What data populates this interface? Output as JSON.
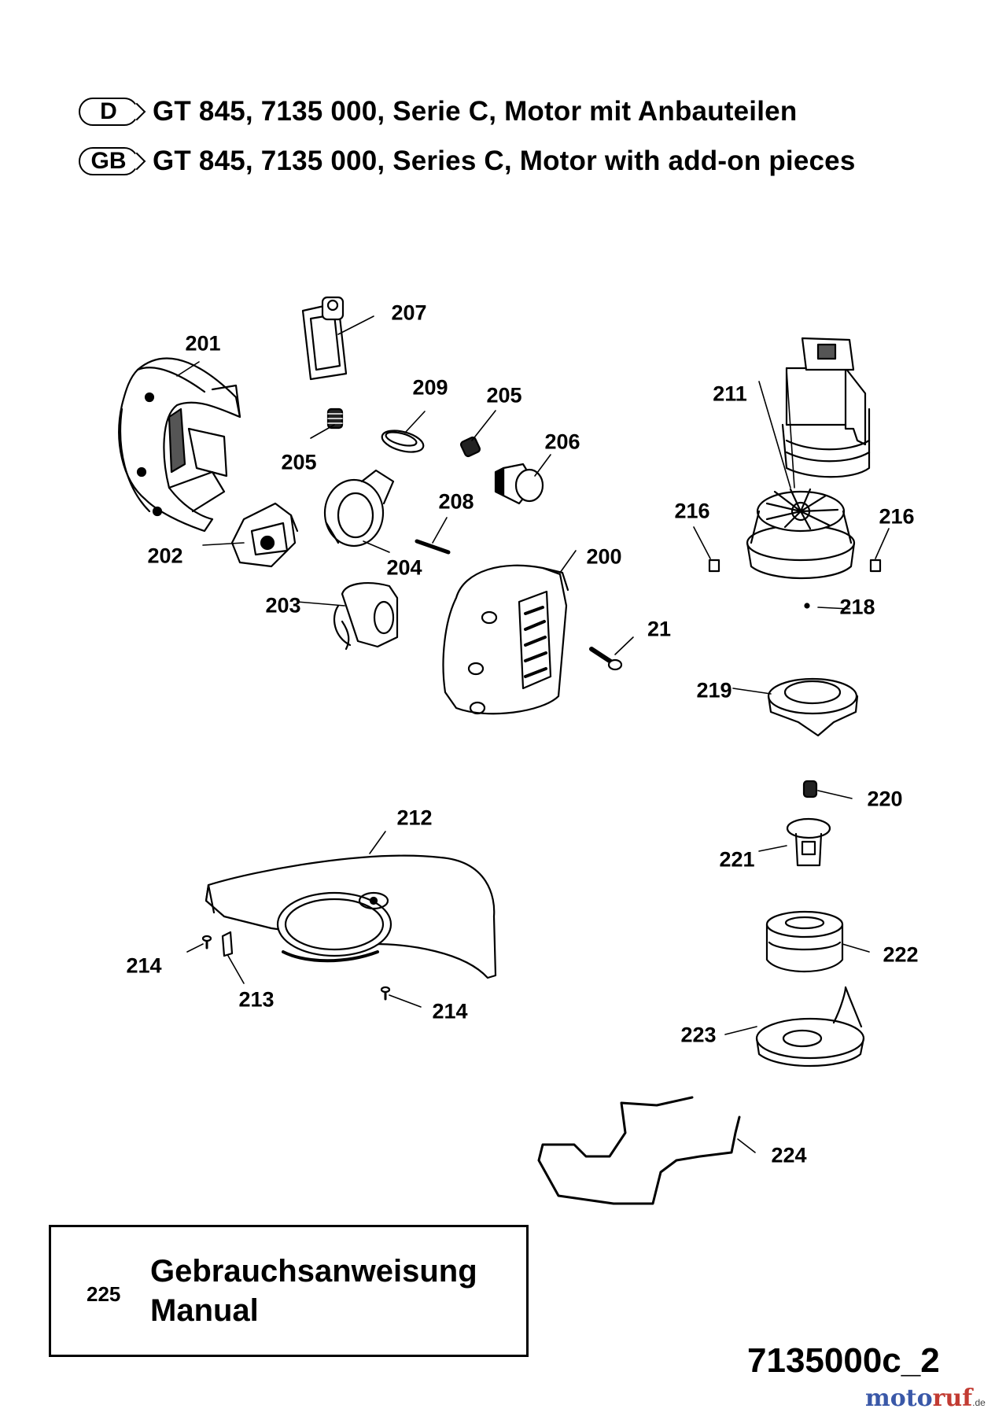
{
  "header": {
    "rows": [
      {
        "lang": "D",
        "text": "GT 845, 7135 000, Serie C, Motor mit Anbauteilen"
      },
      {
        "lang": "GB",
        "text": "GT 845, 7135 000, Series C, Motor with add-on pieces"
      }
    ]
  },
  "callouts": {
    "c200": "200",
    "c201": "201",
    "c202": "202",
    "c203": "203",
    "c204": "204",
    "c205a": "205",
    "c205b": "205",
    "c206": "206",
    "c207": "207",
    "c208": "208",
    "c209": "209",
    "c211": "211",
    "c212": "212",
    "c213": "213",
    "c214a": "214",
    "c214b": "214",
    "c215": "21",
    "c216a": "216",
    "c216b": "216",
    "c218": "218",
    "c219": "219",
    "c220": "220",
    "c221": "221",
    "c222": "222",
    "c223": "223",
    "c224": "224"
  },
  "manual_box": {
    "number": "225",
    "line1": "Gebrauchsanweisung",
    "line2": "Manual"
  },
  "drawing_number": "7135000c_2",
  "watermark": {
    "part1": "moto",
    "part2": "ruf",
    "part3": "",
    "suffix": ".de"
  }
}
